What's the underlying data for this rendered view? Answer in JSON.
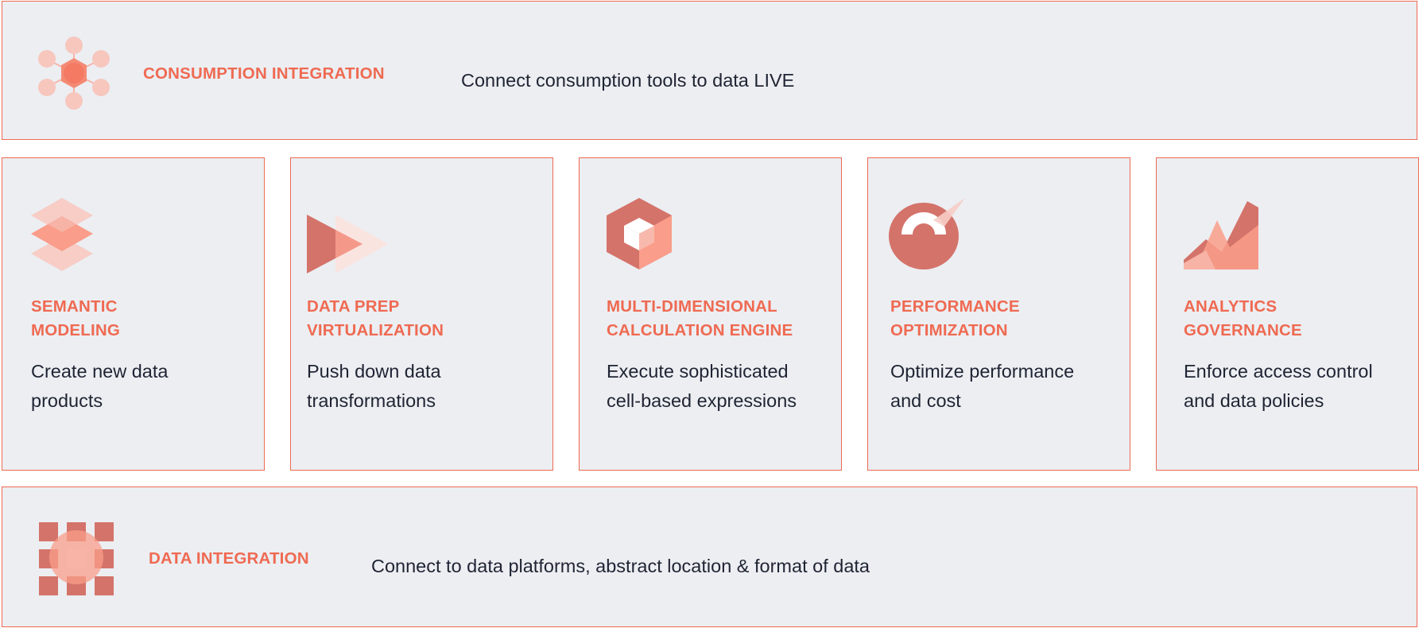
{
  "colors": {
    "accent": "#ef6a52",
    "dark_accent": "#d4736a",
    "light_accent": "#fa9d8a",
    "pale_accent": "#f7cdc6",
    "panel_bg": "#eceef2",
    "text": "#1f2433"
  },
  "top_band": {
    "icon": "hub-network-icon",
    "title": "CONSUMPTION INTEGRATION",
    "description": "Connect consumption tools to data LIVE"
  },
  "cards": [
    {
      "icon": "layers-icon",
      "title": "SEMANTIC\nMODELING",
      "description": "Create new data\nproducts"
    },
    {
      "icon": "play-arrows-icon",
      "title": "DATA PREP\nVIRTUALIZATION",
      "description": "Push down data\ntransformations"
    },
    {
      "icon": "cube-icon",
      "title": "MULTI-DIMENSIONAL\nCALCULATION ENGINE",
      "description": "Execute sophisticated\ncell-based expressions"
    },
    {
      "icon": "gauge-icon",
      "title": "PERFORMANCE\nOPTIMIZATION",
      "description": "Optimize performance\nand cost"
    },
    {
      "icon": "area-chart-icon",
      "title": "ANALYTICS\nGOVERNANCE",
      "description": "Enforce access control\nand data policies"
    }
  ],
  "bottom_band": {
    "icon": "grid-lens-icon",
    "title": "DATA INTEGRATION",
    "description": "Connect to data platforms, abstract location & format of data"
  }
}
